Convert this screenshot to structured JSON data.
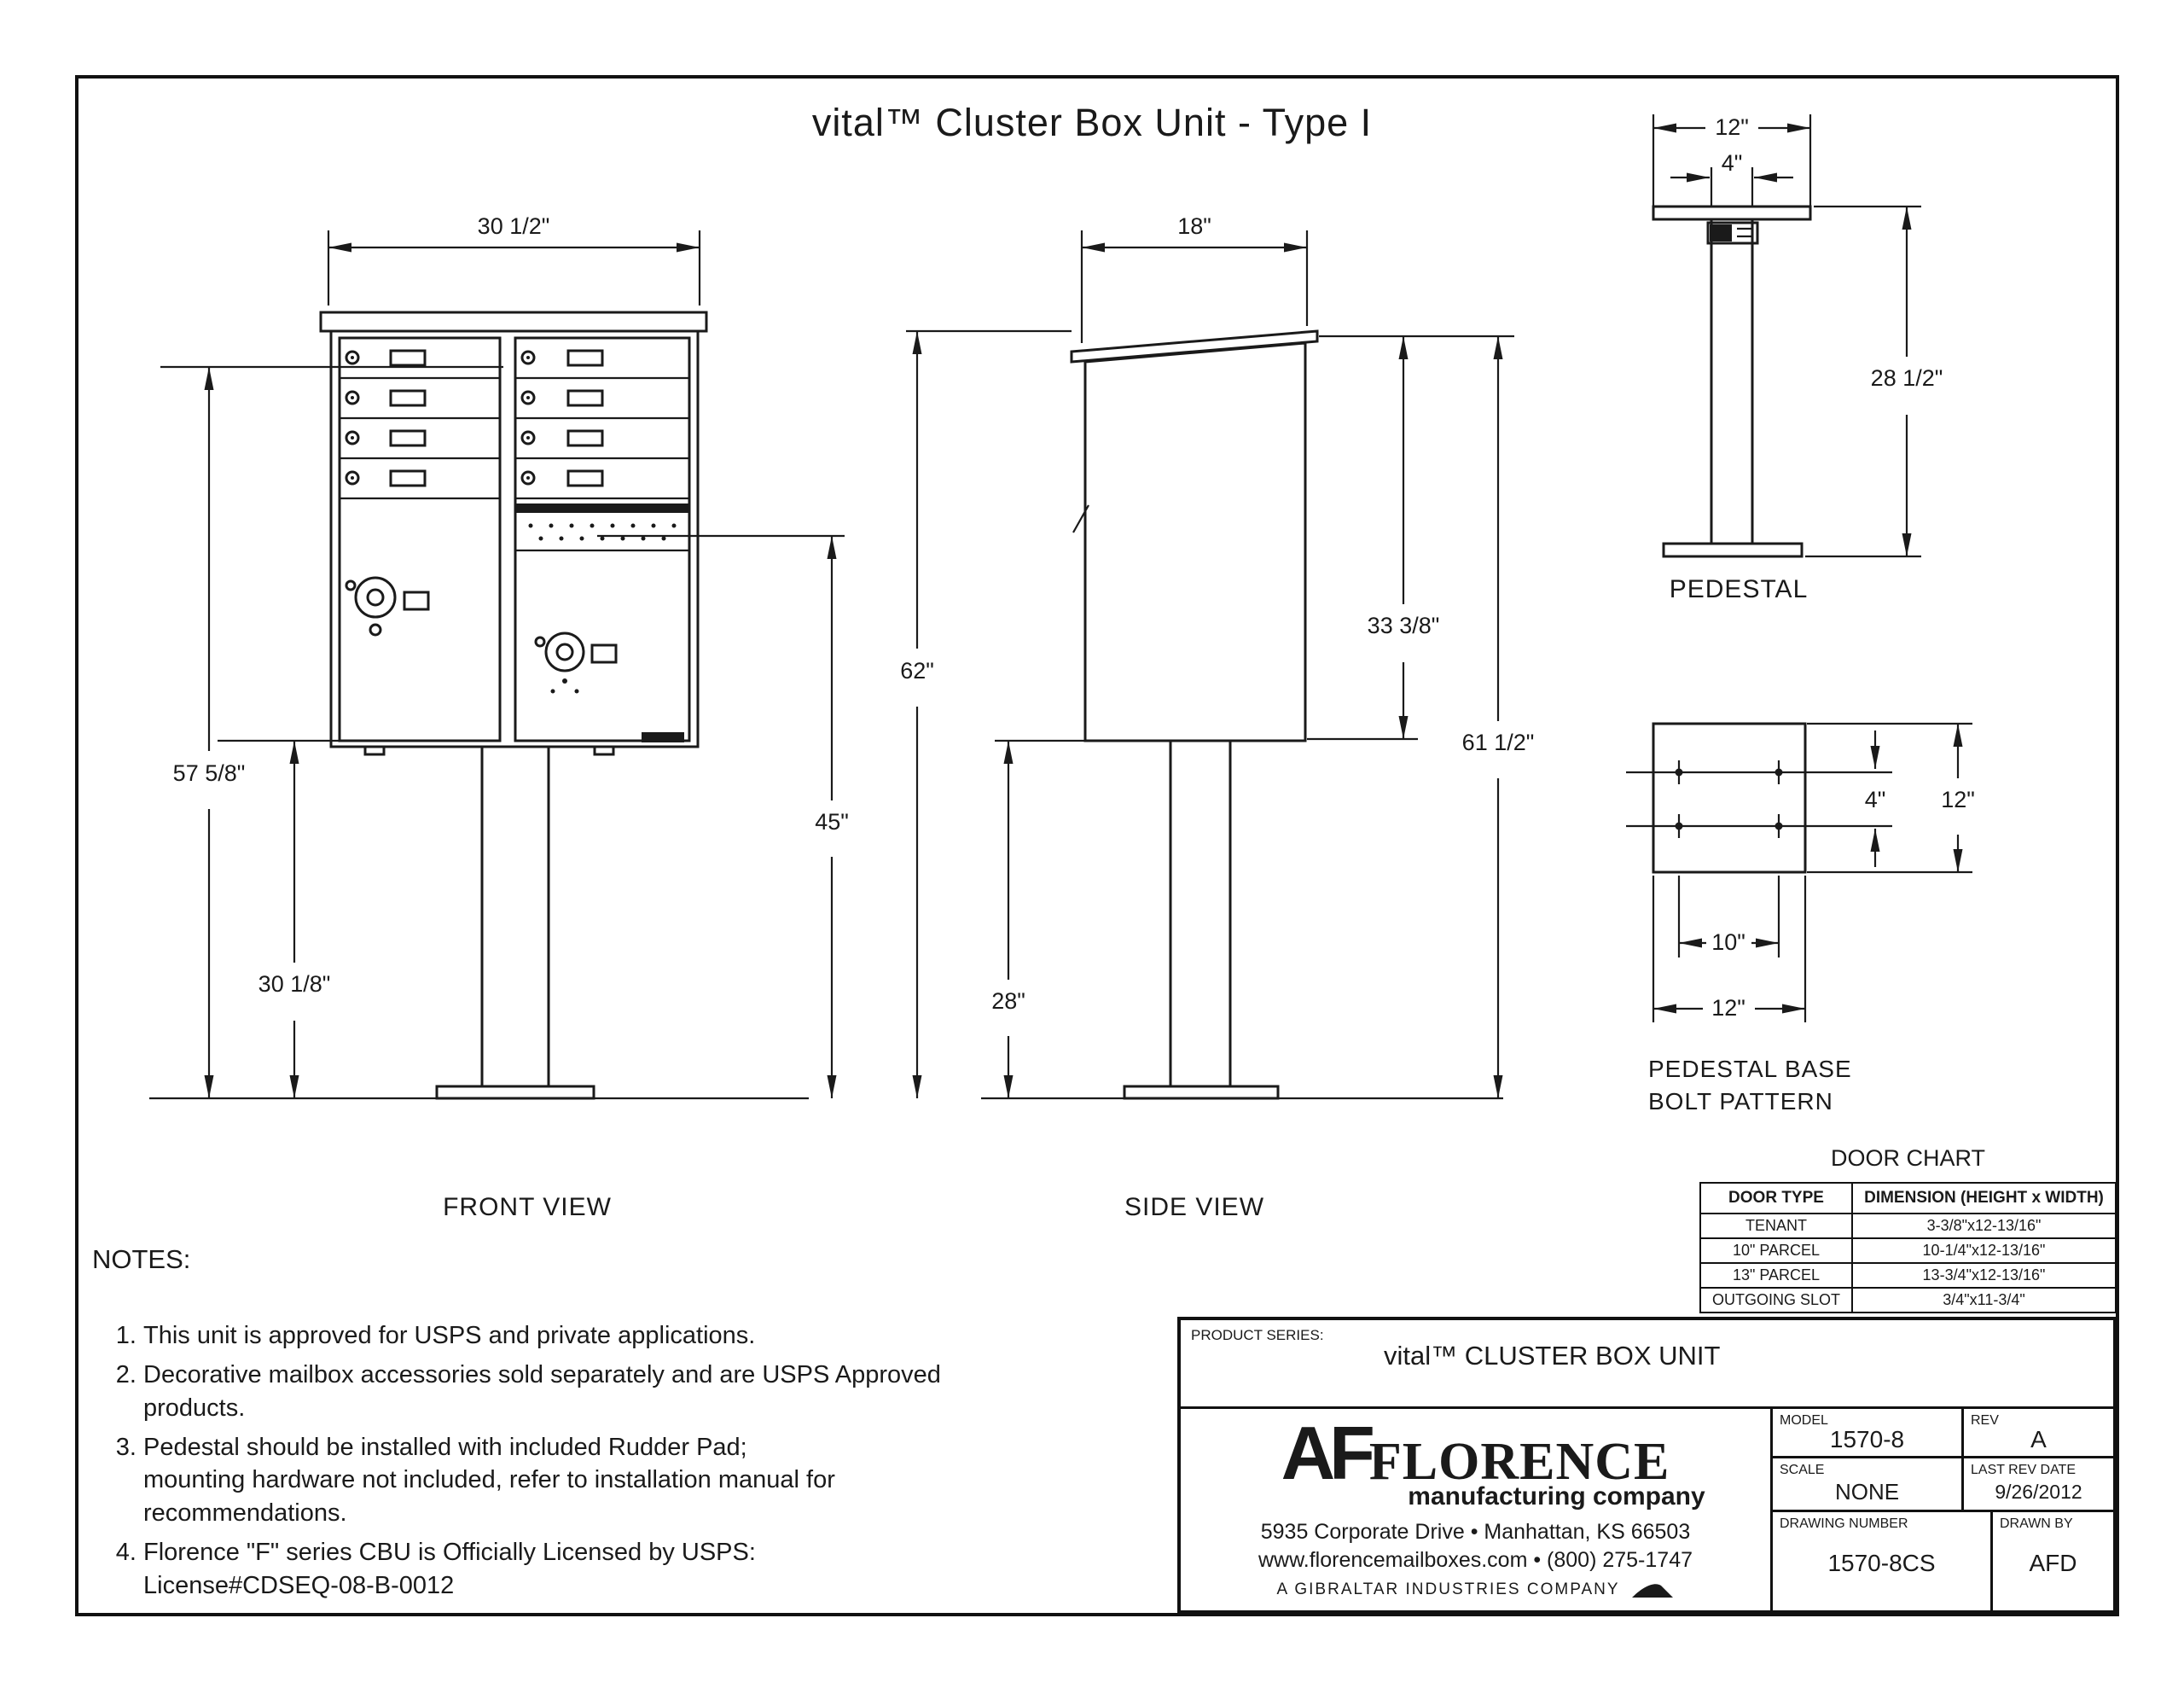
{
  "sheet": {
    "title": "vital™ Cluster Box Unit - Type I"
  },
  "front_view": {
    "label": "FRONT VIEW",
    "dim_width": "30 1/2\"",
    "dim_overall_height": "57 5/8\"",
    "dim_pedestal_exposed": "30 1/8\"",
    "dim_lock_height": "45\""
  },
  "side_view": {
    "label": "SIDE VIEW",
    "dim_depth": "18\"",
    "dim_total_height": "62\"",
    "dim_cabinet_height": "33 3/8\"",
    "dim_top_height": "61 1/2\"",
    "dim_pedestal_exposed": "28\""
  },
  "pedestal_view": {
    "label": "PEDESTAL",
    "dim_top_plate_width": "12\"",
    "dim_column_width": "4\"",
    "dim_height": "28 1/2\""
  },
  "bolt_pattern": {
    "label_line1": "PEDESTAL BASE",
    "label_line2": "BOLT PATTERN",
    "dim_row_spacing": "4\"",
    "dim_plate_height": "12\"",
    "dim_col_spacing": "10\"",
    "dim_plate_width": "12\""
  },
  "notes": {
    "heading": "NOTES:",
    "items": [
      "This unit is approved for USPS and private applications.",
      "Decorative mailbox accessories sold separately and are USPS Approved\nproducts.",
      "Pedestal should be installed with included Rudder Pad;\nmounting hardware not included, refer to installation manual for\nrecommendations.",
      "Florence \"F\" series CBU is Officially Licensed by USPS:\nLicense#CDSEQ-08-B-0012"
    ]
  },
  "door_chart": {
    "title": "DOOR CHART",
    "col_door_type": "DOOR TYPE",
    "col_dimension": "DIMENSION (HEIGHT x WIDTH)",
    "rows": [
      {
        "type": "TENANT",
        "dim": "3-3/8\"x12-13/16\""
      },
      {
        "type": "10\" PARCEL",
        "dim": "10-1/4\"x12-13/16\""
      },
      {
        "type": "13\" PARCEL",
        "dim": "13-3/4\"x12-13/16\""
      },
      {
        "type": "OUTGOING SLOT",
        "dim": "3/4\"x11-3/4\""
      }
    ]
  },
  "title_block": {
    "product_series_label": "PRODUCT SERIES:",
    "product_series_value": "vital™ CLUSTER BOX UNIT",
    "logo_af": "AF",
    "logo_name": "FLORENCE",
    "logo_sub": "manufacturing company",
    "address": "5935 Corporate Drive • Manhattan, KS 66503",
    "contact": "www.florencemailboxes.com • (800) 275-1747",
    "parent_company": "A GIBRALTAR INDUSTRIES COMPANY",
    "model_label": "MODEL",
    "model_value": "1570-8",
    "rev_label": "REV",
    "rev_value": "A",
    "scale_label": "SCALE",
    "scale_value": "NONE",
    "last_rev_label": "LAST REV DATE",
    "last_rev_value": "9/26/2012",
    "drawing_number_label": "DRAWING NUMBER",
    "drawing_number_value": "1570-8CS",
    "drawn_by_label": "DRAWN BY",
    "drawn_by_value": "AFD"
  }
}
